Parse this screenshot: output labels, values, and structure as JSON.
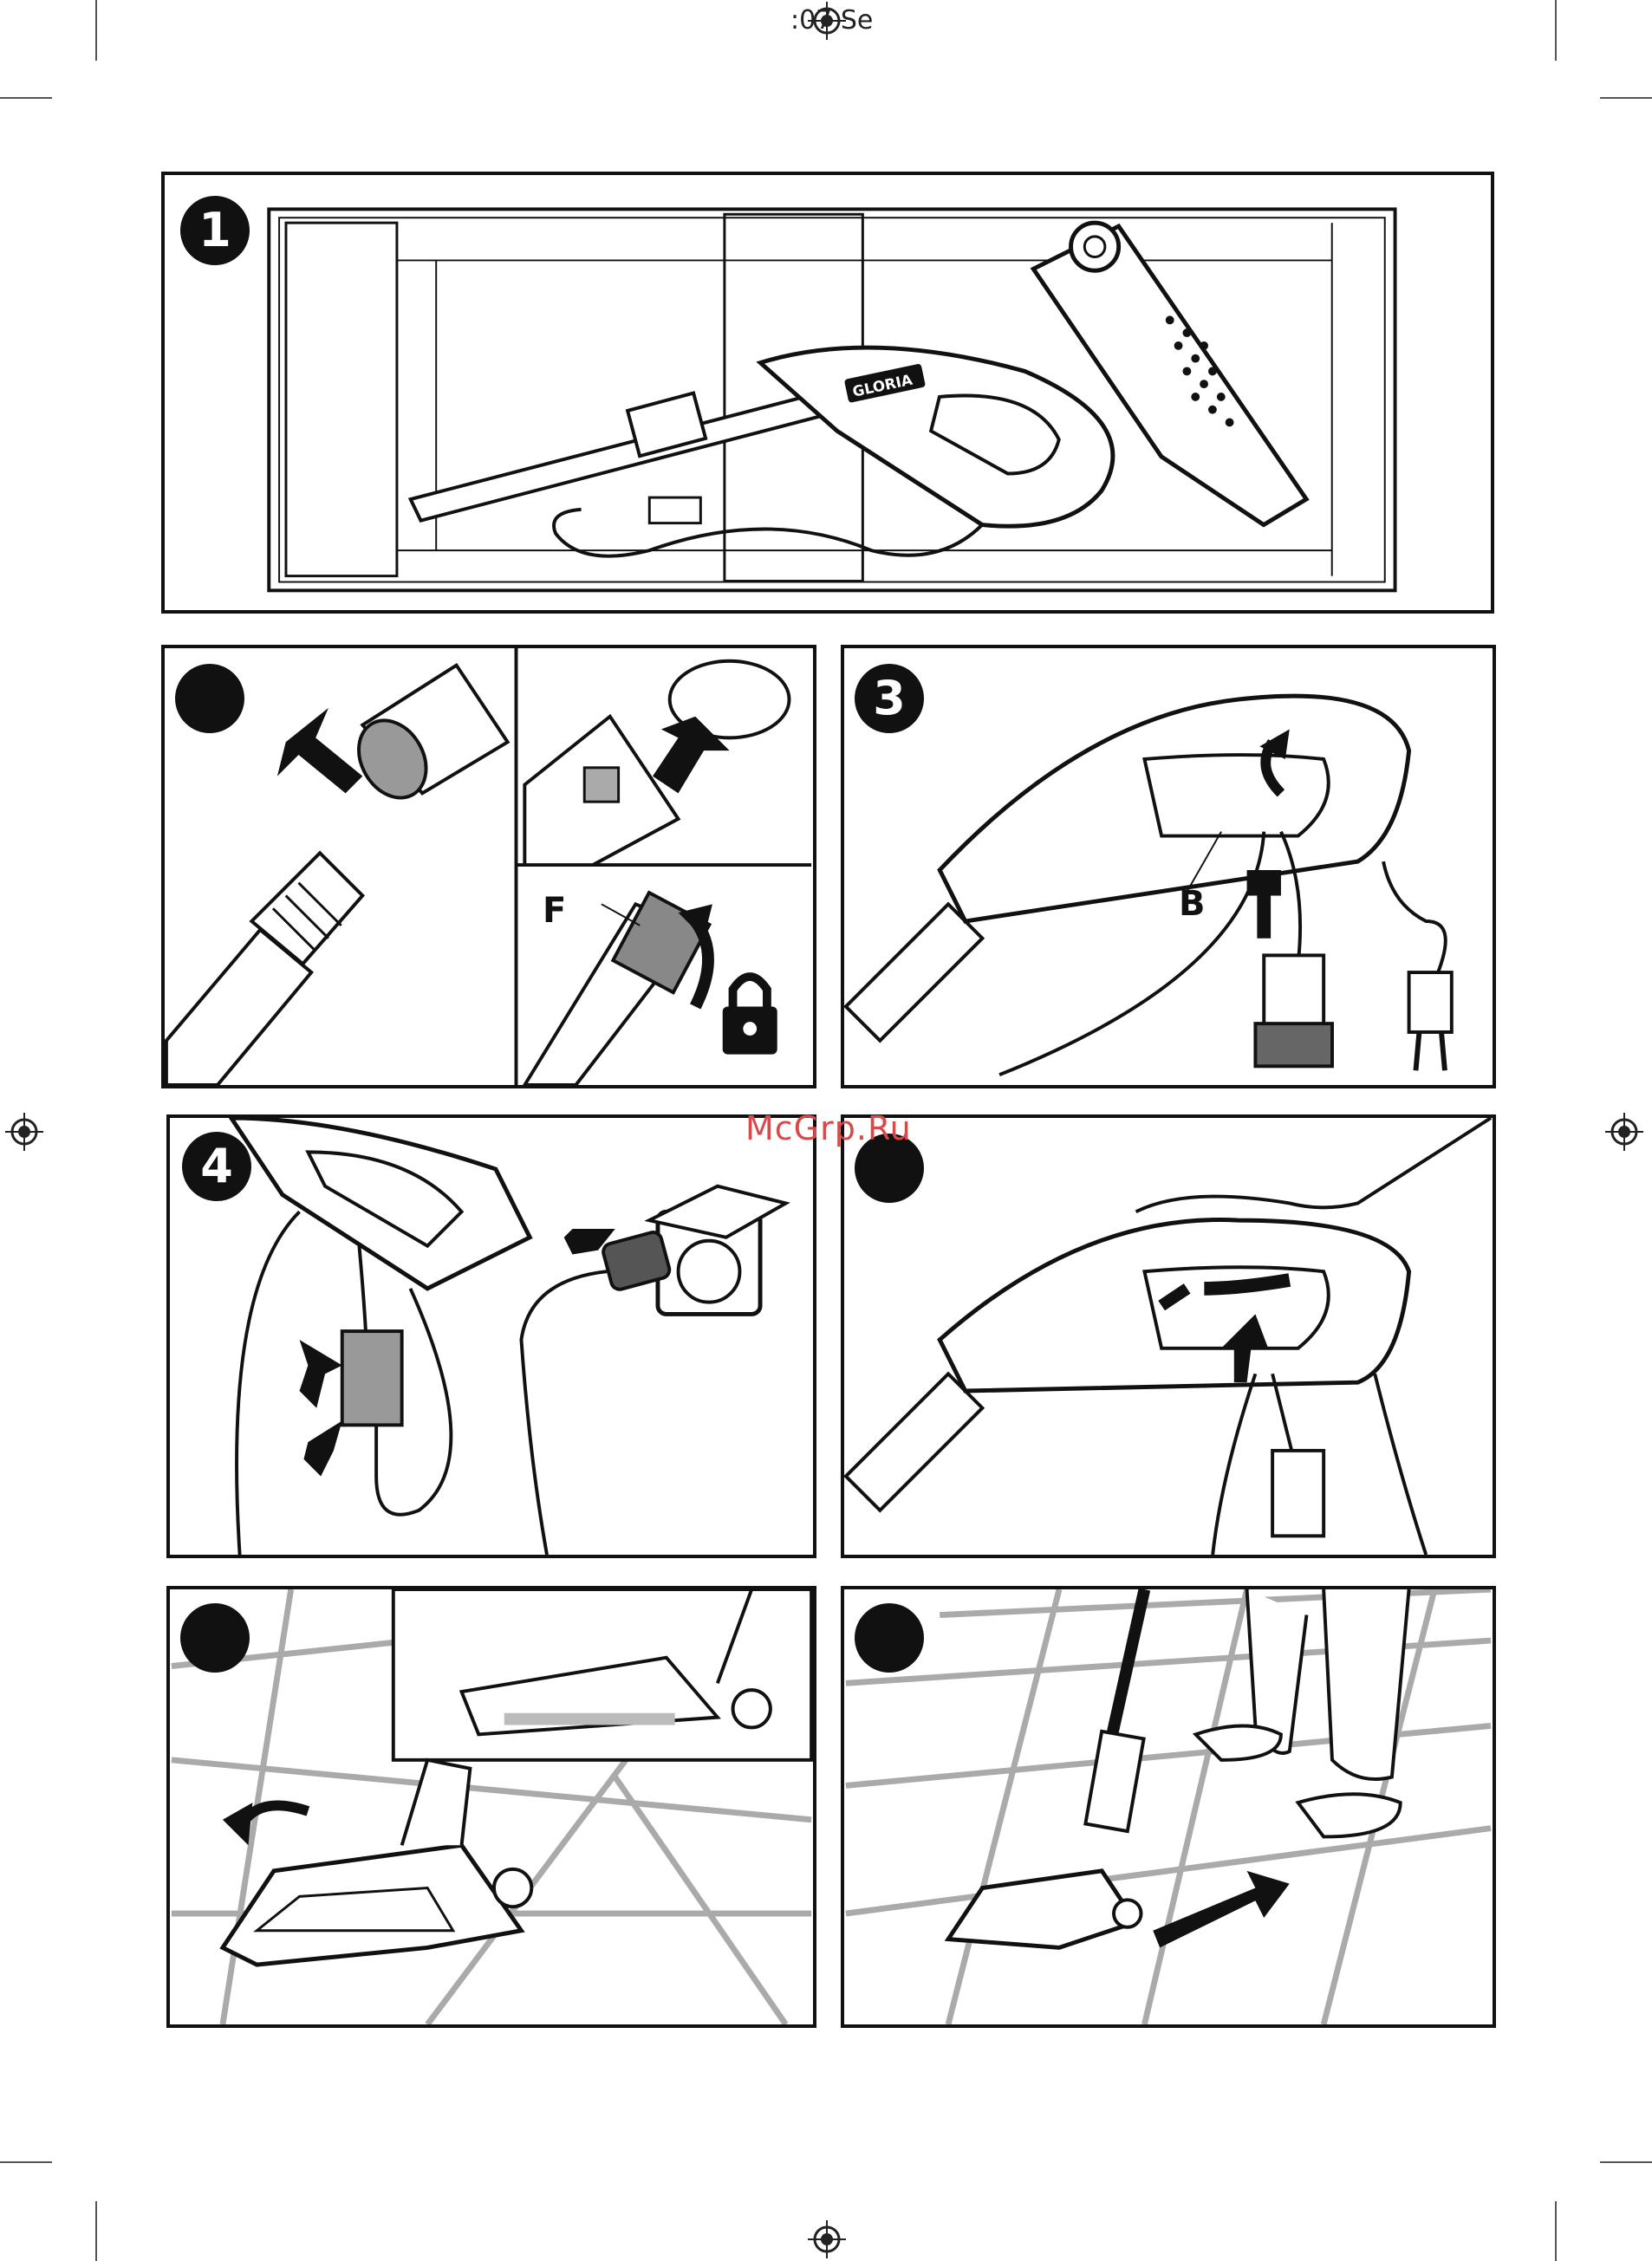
{
  "header": {
    "text": ":07 Se"
  },
  "watermark": {
    "text": "McGrp.Ru"
  },
  "panels": {
    "p1": {
      "badge": "1",
      "brand": "GLORIA"
    },
    "p2": {
      "badge": "",
      "label_f": "F"
    },
    "p3": {
      "badge": "3",
      "label_b": "B"
    },
    "p4": {
      "badge": "4"
    },
    "p5": {
      "badge": ""
    },
    "p6": {
      "badge": ""
    },
    "p7": {
      "badge": ""
    }
  }
}
